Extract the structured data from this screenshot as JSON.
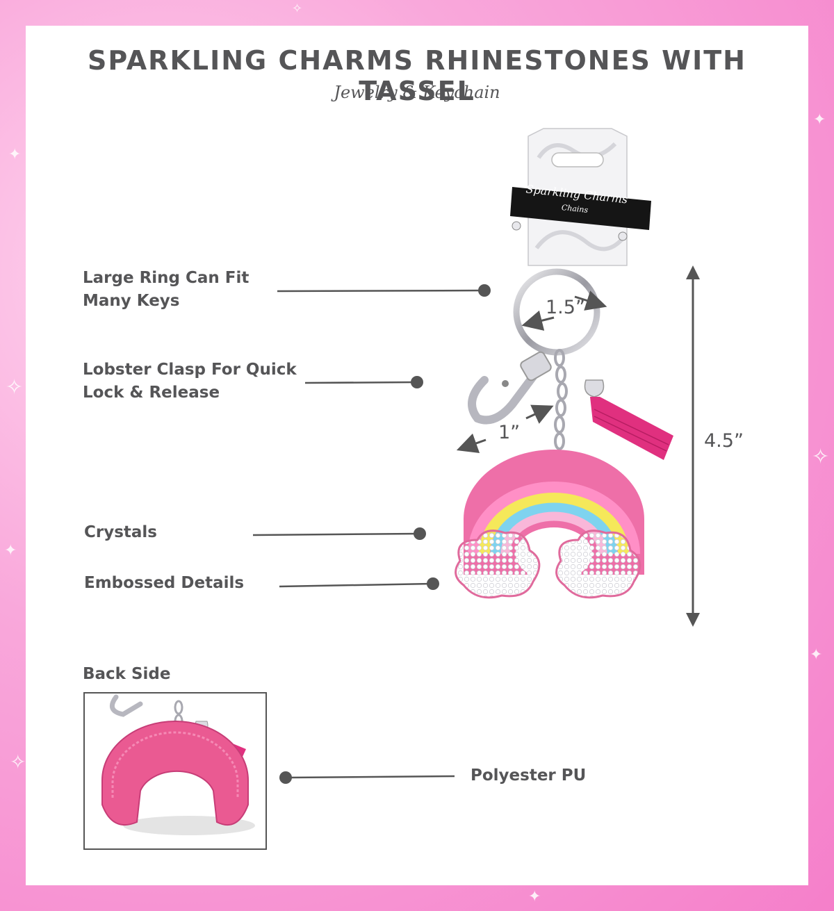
{
  "header": {
    "title": "SPARKLING CHARMS RHINESTONES WITH TASSEL",
    "subtitle": "Jewelry & Keychain"
  },
  "card": {
    "brand": "Sparkling Charms",
    "sub": "Chains"
  },
  "callouts": {
    "ring": [
      "Large Ring Can Fit",
      "Many Keys"
    ],
    "clasp": [
      "Lobster Clasp For Quick",
      "Lock & Release"
    ],
    "crystals": "Crystals",
    "embossed": "Embossed Details",
    "back_side": "Back Side",
    "material": "Polyester PU"
  },
  "dimensions": {
    "ring": "1.5”",
    "chain": "1”",
    "height": "4.5”"
  },
  "colors": {
    "background": "#f9a8db",
    "text": "#555557",
    "tassel": "#e0307f",
    "back_pink": "#ea5a92"
  }
}
